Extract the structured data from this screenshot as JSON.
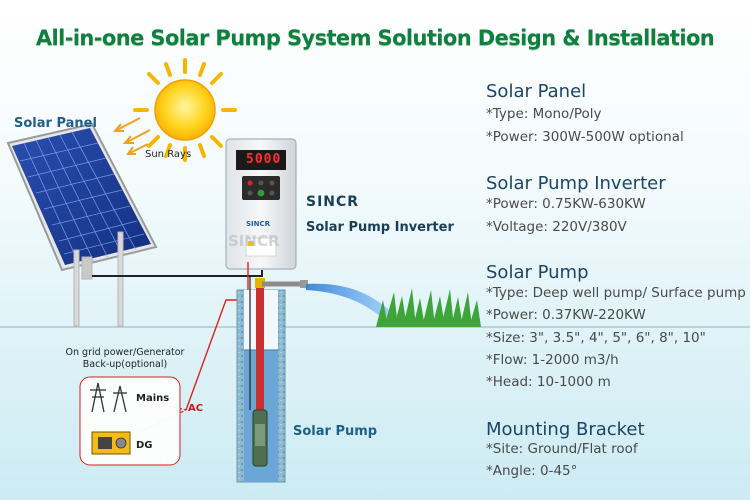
{
  "title": "All-in-one Solar Pump System Solution Design & Installation",
  "diagram": {
    "solar_panel_label": "Solar Panel",
    "sun_rays_label": "Sun Rays",
    "brand_label": "SINCR",
    "inverter_label": "Solar Pump Inverter",
    "inverter_display": "5000",
    "inverter_face_brand": "SINCR",
    "inverter_watermark": "SINCR",
    "backup_label": "On grid power/Generator\nBack-up(optional)",
    "mains_label": "Mains",
    "dg_label": "DG",
    "ac_label": "AC",
    "pump_label": "Solar Pump"
  },
  "specs": [
    {
      "title": "Solar Panel",
      "lines": [
        "*Type: Mono/Poly",
        "*Power: 300W-500W optional"
      ]
    },
    {
      "title": "Solar Pump Inverter",
      "lines": [
        "*Power: 0.75KW-630KW",
        "*Voltage: 220V/380V"
      ]
    },
    {
      "title": "Solar Pump",
      "lines": [
        "*Type: Deep well pump/ Surface pump",
        "*Power: 0.37KW-220KW",
        "*Size: 3\", 3.5\", 4\", 5\", 6\", 8\", 10\"",
        "*Flow: 1-2000 m3/h",
        "*Head: 10-1000 m"
      ]
    },
    {
      "title": "Mounting Bracket",
      "lines": [
        "*Site: Ground/Flat roof",
        "*Angle: 0-45°"
      ]
    }
  ],
  "colors": {
    "title": "#0e7f3c",
    "spec_title": "#1b4466",
    "label": "#1f5f86",
    "wire_red": "#e02020"
  }
}
